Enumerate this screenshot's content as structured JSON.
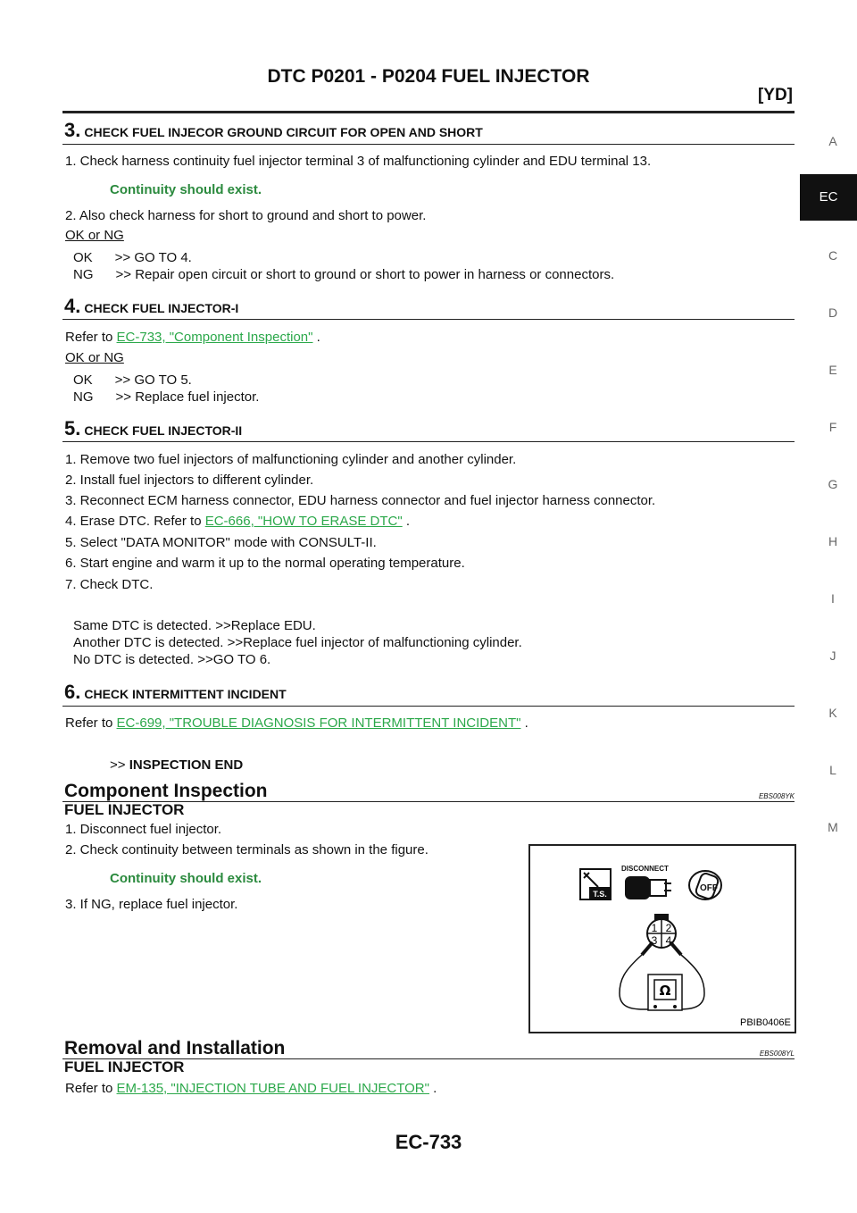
{
  "header": {
    "title": "DTC P0201 - P0204 FUEL INJECTOR",
    "section": "[YD]"
  },
  "side_tabs": [
    "A",
    "EC",
    "C",
    "D",
    "E",
    "F",
    "G",
    "H",
    "I",
    "J",
    "K",
    "L",
    "M"
  ],
  "step3": {
    "number": "3.",
    "title": "CHECK FUEL INJECOR GROUND CIRCUIT FOR OPEN AND SHORT",
    "line1": "1.   Check harness continuity fuel injector terminal 3 of malfunctioning cylinder and EDU terminal 13.",
    "note": "Continuity should exist.",
    "line2": "2.   Also check harness for short to ground and short to power.",
    "okng": "OK or NG",
    "ok": "OK      >> GO TO 4.",
    "ng": "NG      >> Repair open circuit or short to ground or short to power in harness or connectors."
  },
  "step4": {
    "number": "4.",
    "title": "CHECK FUEL INJECTOR-I",
    "refer_prefix": "Refer to ",
    "refer_link": "EC-733, \"Component Inspection\"",
    "refer_suffix": " .",
    "okng": "OK or NG",
    "ok": "OK      >> GO TO 5.",
    "ng": "NG      >> Replace fuel injector."
  },
  "step5": {
    "number": "5.",
    "title": "CHECK FUEL INJECTOR-II",
    "l1": "1.   Remove two fuel injectors of malfunctioning cylinder and another cylinder.",
    "l2": "2.   Install fuel injectors to different cylinder.",
    "l3": "3.   Reconnect ECM harness connector, EDU harness connector and fuel injector harness connector.",
    "l4_prefix": "4.   Erase DTC. Refer to ",
    "l4_link": "EC-666, \"HOW TO ERASE DTC\"",
    "l4_suffix": " .",
    "l5": "5.   Select \"DATA MONITOR\" mode with CONSULT-II.",
    "l6": "6.   Start engine and warm it up to the normal operating temperature.",
    "l7": "7.   Check DTC.",
    "r1": "Same DTC is detected. >>Replace EDU.",
    "r2": "Another DTC is detected. >>Replace fuel injector of malfunctioning cylinder.",
    "r3": "No DTC is detected. >>GO TO 6."
  },
  "step6": {
    "number": "6.",
    "title": "CHECK INTERMITTENT INCIDENT",
    "refer_prefix": "Refer to ",
    "refer_link": "EC-699, \"TROUBLE DIAGNOSIS FOR INTERMITTENT INCIDENT\"",
    "refer_suffix": " .",
    "end_arrow": ">>",
    "end_text": "INSPECTION END"
  },
  "component": {
    "heading": "Component Inspection",
    "code": "EBS008YK",
    "sub": "FUEL INJECTOR",
    "l1": "1.   Disconnect fuel injector.",
    "l2": "2.   Check continuity between terminals as shown in the figure.",
    "note": "Continuity should exist.",
    "l3": "3.   If NG, replace fuel injector.",
    "fig_disconnect": "DISCONNECT",
    "fig_ts": "T.S.",
    "fig_off": "OFF",
    "fig_pins": [
      "1",
      "2",
      "3",
      "4"
    ],
    "fig_ohm": "Ω",
    "fig_id": "PBIB0406E"
  },
  "removal": {
    "heading": "Removal and Installation",
    "code": "EBS008YL",
    "sub": "FUEL INJECTOR",
    "refer_prefix": "Refer to ",
    "refer_link": "EM-135, \"INJECTION TUBE AND FUEL INJECTOR\"",
    "refer_suffix": " ."
  },
  "footer": {
    "page": "EC-733"
  }
}
